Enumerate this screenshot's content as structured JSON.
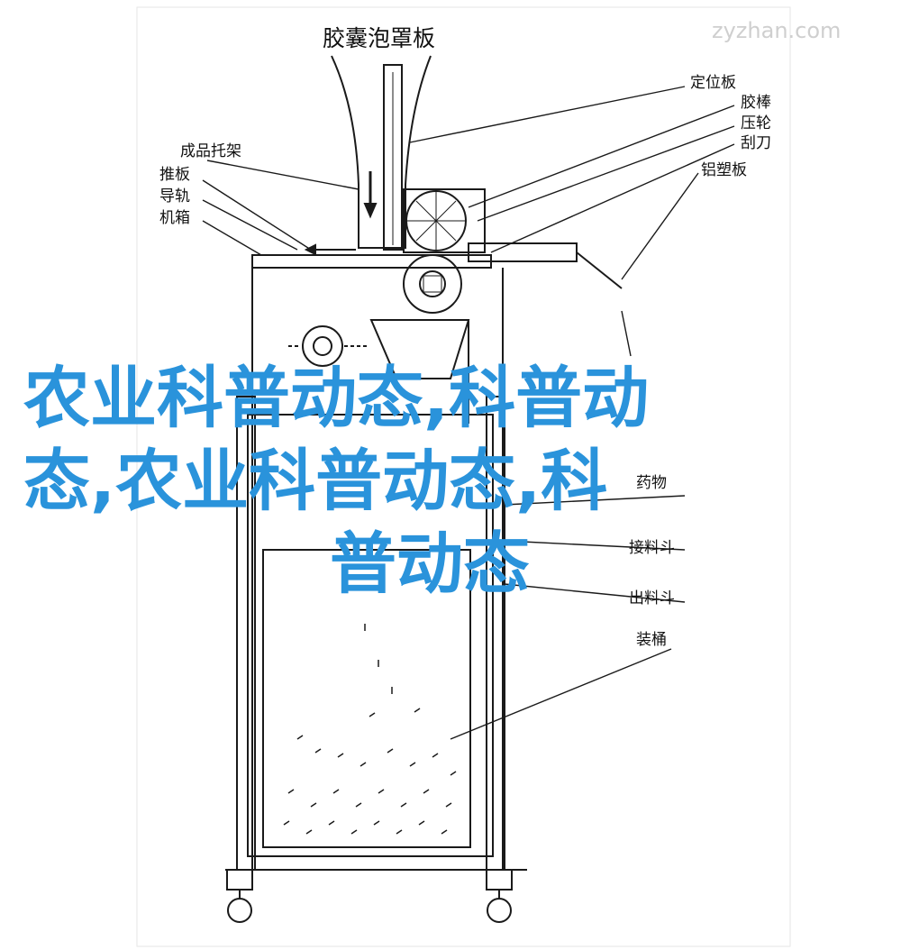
{
  "watermark": "zyzhan.com",
  "title": "胶囊泡罩板",
  "labels": {
    "dingweiban": "定位板",
    "jiaobang": "胶棒",
    "yalun": "压轮",
    "guadao": "刮刀",
    "lvsuban": "铝塑板",
    "chengpintuojia": "成品托架",
    "tuiban": "推板",
    "daogui": "导轨",
    "jixiang": "机箱",
    "yaowu": "药物",
    "jieliaodou": "接料斗",
    "chuliaodou": "出料斗",
    "zhuangtong": "装桶"
  },
  "overlay": {
    "line1": "农业科普动态,科普动",
    "line2": "态,农业科普动态,科",
    "line3": "普动态"
  },
  "colors": {
    "overlay_text": "#2a93db",
    "line": "#1a1a1a",
    "watermark": "#cfcfcf"
  }
}
